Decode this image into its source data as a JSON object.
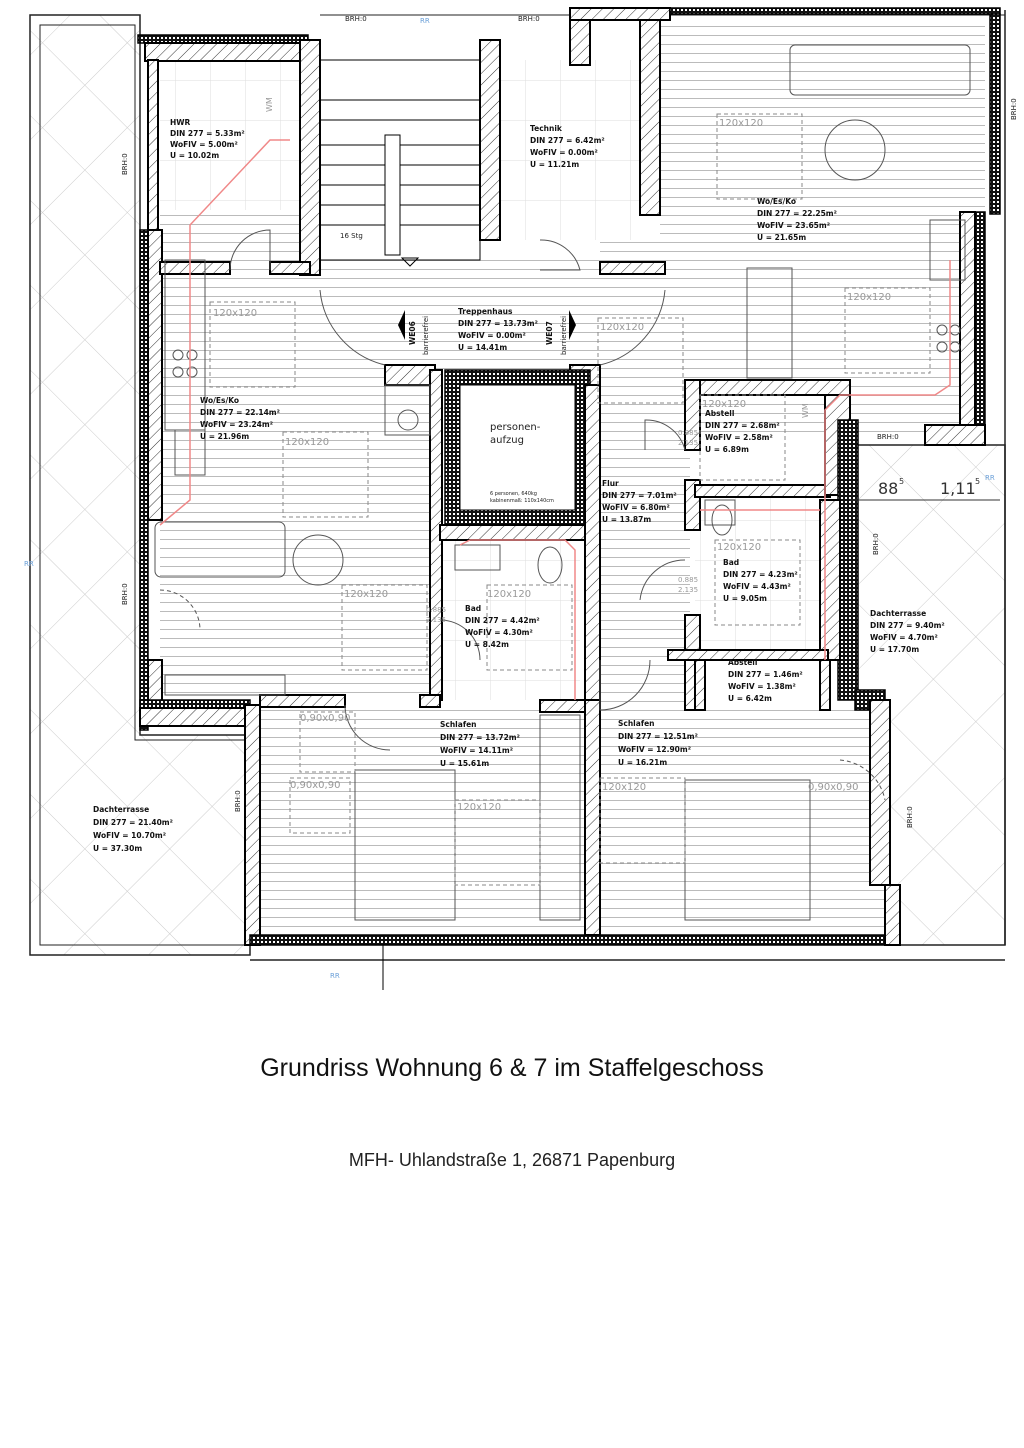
{
  "rooms": {
    "hwr": {
      "name": "HWR",
      "din": "DIN 277 = 5.33m²",
      "woflv": "WoFlV = 5.00m²",
      "u": "U = 10.02m"
    },
    "technik": {
      "name": "Technik",
      "din": "DIN 277 = 6.42m²",
      "woflv": "WoFlV = 0.00m²",
      "u": "U = 11.21m"
    },
    "wo_es_ko_right": {
      "name": "Wo/Es/Ko",
      "din": "DIN 277 = 22.25m²",
      "woflv": "WoFlV = 23.65m²",
      "u": "U = 21.65m"
    },
    "treppenhaus": {
      "name": "Treppenhaus",
      "din": "DIN 277 = 13.73m²",
      "woflv": "WoFlV = 0.00m²",
      "u": "U = 14.41m"
    },
    "wo_es_ko_left": {
      "name": "Wo/Es/Ko",
      "din": "DIN 277 = 22.14m²",
      "woflv": "WoFlV = 23.24m²",
      "u": "U = 21.96m"
    },
    "abstell_top": {
      "name": "Abstell",
      "din": "DIN 277 = 2.68m²",
      "woflv": "WoFlV = 2.58m²",
      "u": "U = 6.89m"
    },
    "flur": {
      "name": "Flur",
      "din": "DIN 277 = 7.01m²",
      "woflv": "WoFlV = 6.80m²",
      "u": "U = 13.87m"
    },
    "bad_left": {
      "name": "Bad",
      "din": "DIN 277 = 4.42m²",
      "woflv": "WoFlV = 4.30m²",
      "u": "U = 8.42m"
    },
    "bad_right": {
      "name": "Bad",
      "din": "DIN 277 = 4.23m²",
      "woflv": "WoFlV = 4.43m²",
      "u": "U = 9.05m"
    },
    "dachterrasse_right": {
      "name": "Dachterrasse",
      "din": "DIN 277 = 9.40m²",
      "woflv": "WoFlV = 4.70m²",
      "u": "U = 17.70m"
    },
    "abstell_bottom": {
      "name": "Abstell",
      "din": "DIN 277 = 1.46m²",
      "woflv": "WoFlV = 1.38m²",
      "u": "U = 6.42m"
    },
    "schlafen_left": {
      "name": "Schlafen",
      "din": "DIN 277 = 13.72m²",
      "woflv": "WoFlV = 14.11m²",
      "u": "U = 15.61m"
    },
    "schlafen_right": {
      "name": "Schlafen",
      "din": "DIN 277 = 12.51m²",
      "woflv": "WoFlV = 12.90m²",
      "u": "U = 16.21m"
    },
    "dachterrasse_left": {
      "name": "Dachterrasse",
      "din": "DIN 277 = 21.40m²",
      "woflv": "WoFlV = 10.70m²",
      "u": "U = 37.30m"
    }
  },
  "annotations": {
    "brh": "BRH:0",
    "rr": "RR",
    "we06": "WE06",
    "we07": "WE07",
    "barrierefrei": "barrierefrei",
    "aufzug_1": "personen-",
    "aufzug_2": "aufzug",
    "aufzug_spec": "6 personen, 640kg",
    "aufzug_size": "kabinenmaß: 110x140cm",
    "stairs": "16 Stg",
    "turn_circle": "120x120",
    "shower": "0,90x0,90",
    "wm": "WM",
    "door_w": "0.885",
    "door_h": "2.135",
    "dim_1": "88",
    "dim_1_sup": "5",
    "dim_2": "1,11",
    "dim_2_sup": "5"
  },
  "caption": "Grundriss Wohnung 6 & 7 im Staffelgeschoss",
  "address": "MFH- Uhlandstraße 1, 26871 Papenburg"
}
